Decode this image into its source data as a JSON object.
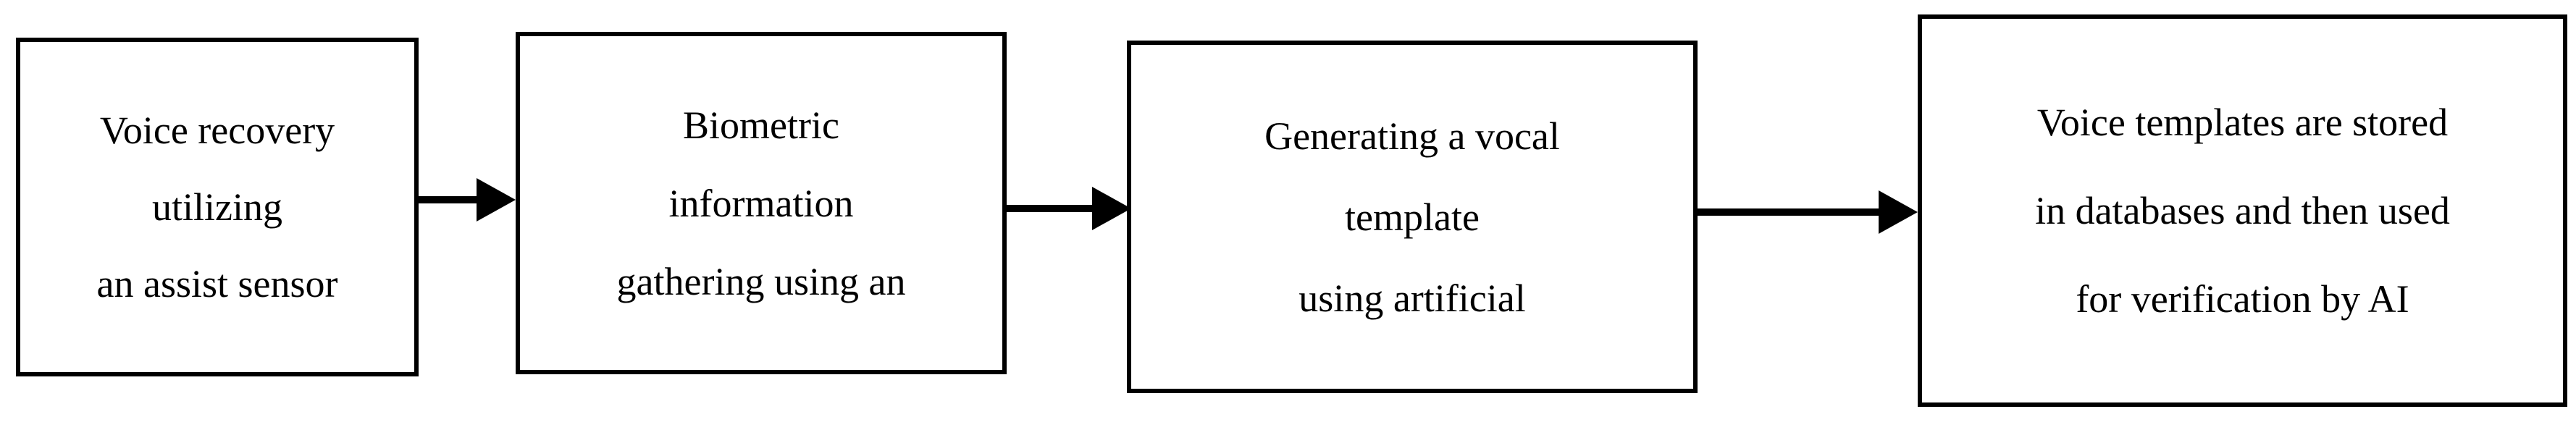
{
  "diagram": {
    "type": "flowchart",
    "orientation": "left-to-right",
    "colors": {
      "box_border": "#000000",
      "box_fill": "#ffffff",
      "arrow": "#000000",
      "text": "#000000",
      "background": "#ffffff"
    },
    "nodes": [
      {
        "id": "node-1",
        "lines": [
          "Voice recovery",
          "utilizing",
          "an assist sensor"
        ]
      },
      {
        "id": "node-2",
        "lines": [
          "Biometric",
          "information",
          "gathering using an"
        ]
      },
      {
        "id": "node-3",
        "lines": [
          "Generating a vocal",
          "template",
          "using artificial"
        ]
      },
      {
        "id": "node-4",
        "lines": [
          "Voice templates are stored",
          "in databases and then used",
          "for verification by AI"
        ]
      }
    ],
    "connectors": [
      {
        "id": "arrow-1",
        "from": "node-1",
        "to": "node-2",
        "style": "solid-filled-arrowhead"
      },
      {
        "id": "arrow-2",
        "from": "node-2",
        "to": "node-3",
        "style": "solid-filled-arrowhead"
      },
      {
        "id": "arrow-3",
        "from": "node-3",
        "to": "node-4",
        "style": "solid-filled-arrowhead"
      }
    ]
  }
}
